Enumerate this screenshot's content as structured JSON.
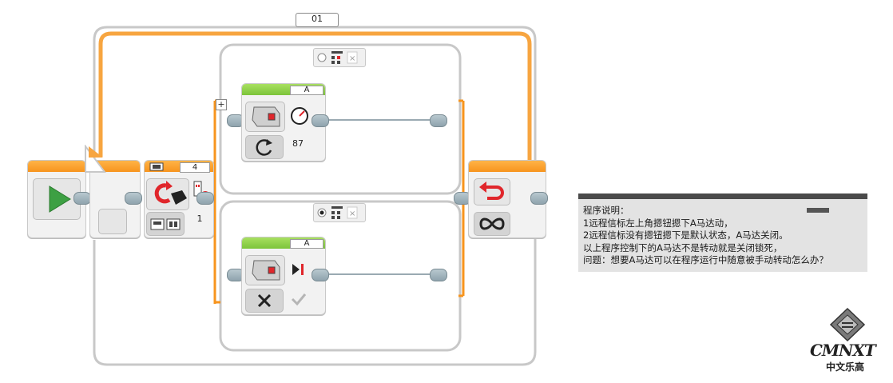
{
  "loop": {
    "label": "01"
  },
  "switch": {
    "value": "4",
    "port_value": "1",
    "top_case": {
      "selected": false
    },
    "bottom_case": {
      "selected": true
    }
  },
  "motor_a": {
    "port": "A",
    "power": "87",
    "mode": "on"
  },
  "motor_b": {
    "port": "A",
    "mode": "off"
  },
  "loop_end": {
    "mode": "infinite"
  },
  "note": {
    "lines": [
      "程序说明：",
      "1远程信标左上角摁钮摁下A马达动，",
      "2远程信标没有摁钮摁下是默认状态，A马达关闭。",
      "以上程序控制下的A马达不是转动就是关闭锁死，",
      "问题：想要A马达可以在程序运行中随意被手动转动怎么办？"
    ]
  },
  "logo": {
    "brand": "CMNXT",
    "subtitle": "中文乐高"
  },
  "colors": {
    "accent_orange": "#f7941d",
    "green": "#7cc43a",
    "loop_border": "#c8c8c8",
    "note_bg": "#e3e3e3"
  }
}
